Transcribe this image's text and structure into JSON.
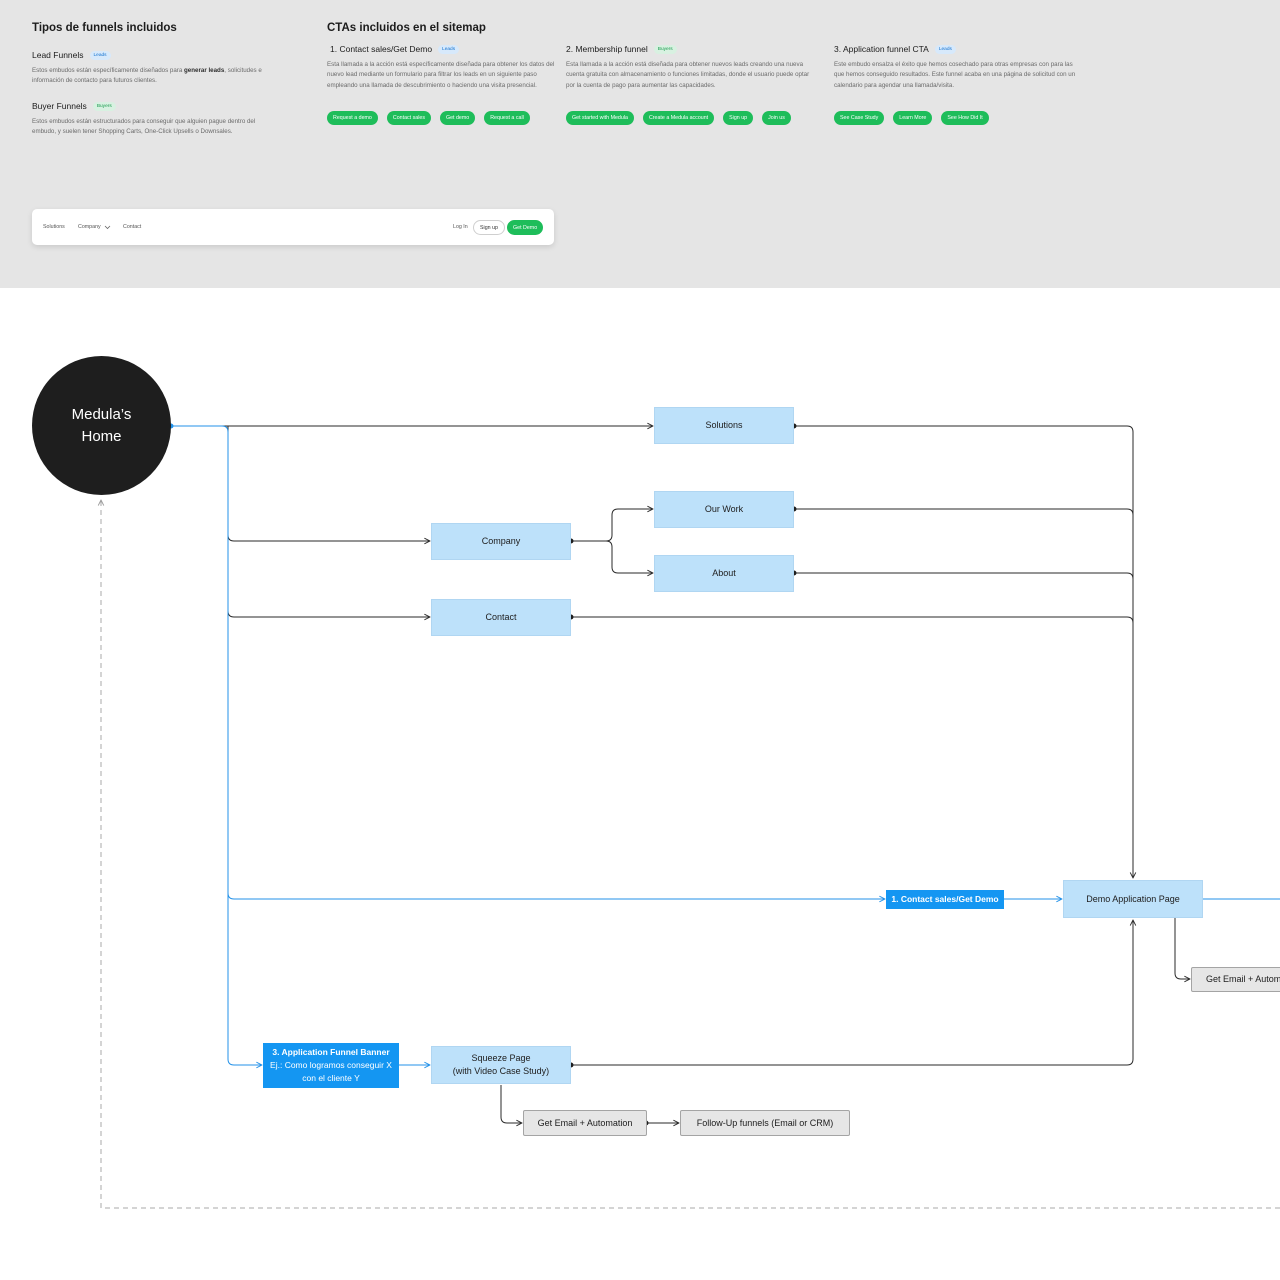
{
  "funnel_types": {
    "title": "Tipos de funnels incluidos",
    "lead": {
      "name": "Lead Funnels",
      "tag": "Leads",
      "desc_before": "Estos embudos están específicamente diseñados para ",
      "desc_bold": "generar leads",
      "desc_after": ", solicitudes e información de contacto para futuros clientes."
    },
    "buyer": {
      "name": "Buyer Funnels",
      "tag": "Buyers",
      "desc": "Estos embudos están estructurados para conseguir que alguien pague dentro del embudo, y suelen tener Shopping Carts, One-Click Upsells o Downsales."
    }
  },
  "ctas": {
    "title": "CTAs incluidos en el sitemap",
    "items": [
      {
        "name": "1. Contact sales/Get Demo",
        "tag": "Leads",
        "desc": "Esta llamada a la acción está específicamente diseñada para obtener los datos del nuevo lead mediante un formulario para filtrar los leads en un siguiente paso empleando una llamada de descubrimiento o haciendo una visita presencial.",
        "buttons": [
          "Request a demo",
          "Contact sales",
          "Get demo",
          "Request a call"
        ]
      },
      {
        "name": "2. Membership funnel",
        "tag": "Buyers",
        "desc": "Esta llamada a la acción está diseñada para obtener nuevos leads creando una nueva cuenta gratuita con almacenamiento o funciones limitadas, donde el usuario puede optar por la cuenta de pago para aumentar las capacidades.",
        "buttons": [
          "Get started with Medula",
          "Create a Medula account",
          "Sign up",
          "Join us"
        ]
      },
      {
        "name": "3. Application funnel CTA",
        "tag": "Leads",
        "desc": "Este embudo ensalza el éxito que hemos cosechado para otras empresas con para las que hemos conseguido resultados. Este funnel acaba en una página de solicitud con un calendario para agendar una llamada/visita.",
        "buttons": [
          "See Case Study",
          "Learn More",
          "See How Did It"
        ]
      }
    ]
  },
  "navbar": {
    "links": [
      "Solutions",
      "Company",
      "Contact"
    ],
    "login": "Log In",
    "signup": "Sign up",
    "get_demo": "Get Demo"
  },
  "sitemap": {
    "home": [
      "Medula’s",
      "Home"
    ],
    "solutions": "Solutions",
    "company": "Company",
    "our_work": "Our Work",
    "about": "About",
    "contact": "Contact",
    "cta_contact": "1. Contact sales/Get Demo",
    "demo_page": "Demo Application Page",
    "get_email_right": "Get Email + Autom",
    "banner_title": "3. Application Funnel Banner",
    "banner_line2": "Ej.: Como logramos conseguir X",
    "banner_line3": "con el cliente Y",
    "squeeze_line1": "Squeeze Page",
    "squeeze_line2": "(with Video Case Study)",
    "get_email": "Get Email + Automation",
    "follow_up": "Follow-Up funnels (Email or CRM)"
  },
  "colors": {
    "panel_bg": "#e5e5e5",
    "cta_green": "#1ebd5a",
    "page_node": "#bde1fa",
    "highlight_blue": "#1496f2",
    "connector_blue": "#2391e8",
    "connector_dark": "#2a2a2a"
  }
}
